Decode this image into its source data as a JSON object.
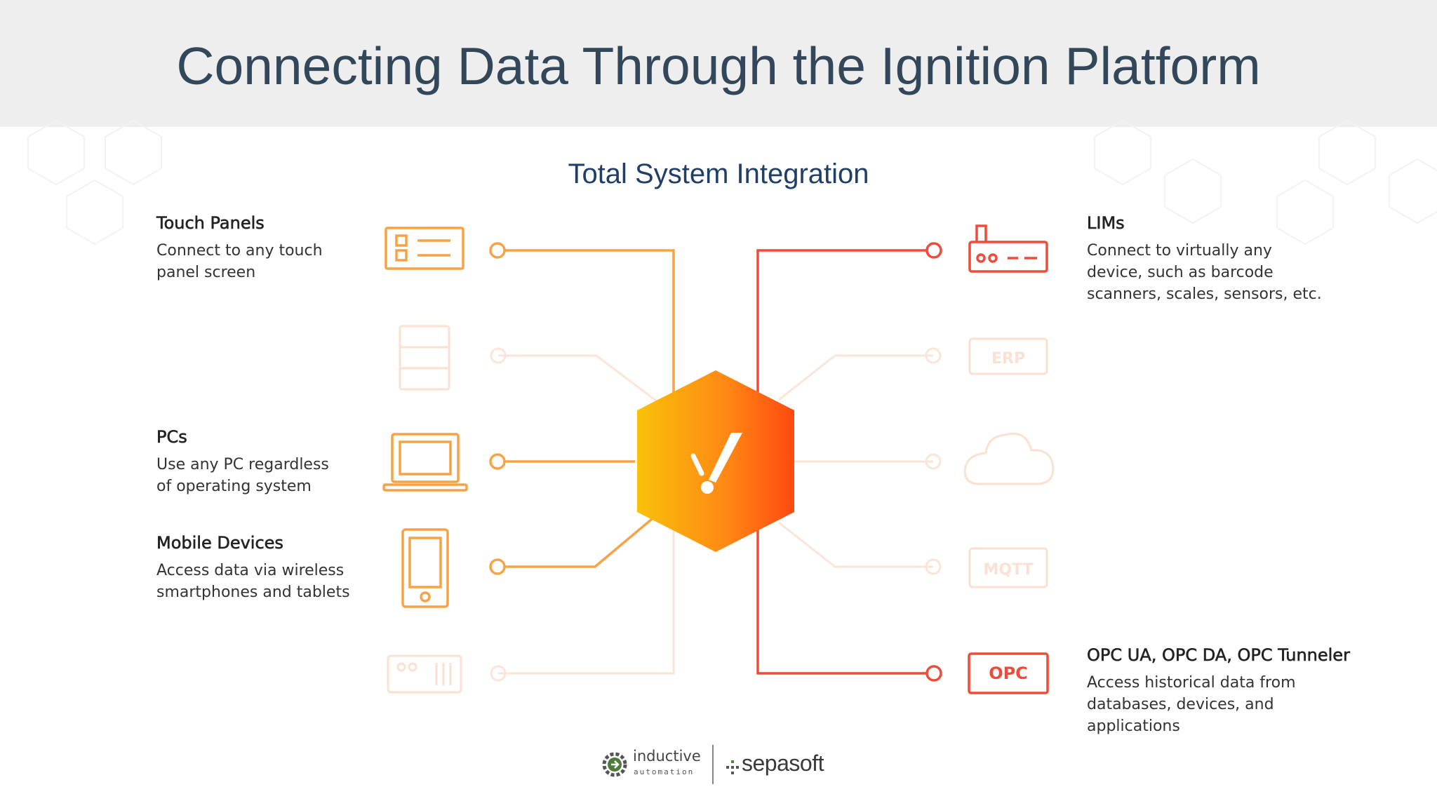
{
  "title": "Connecting Data Through the Ignition Platform",
  "subtitle": "Total System Integration",
  "left_items": [
    {
      "heading": "Touch Panels",
      "desc": [
        "Connect to any touch",
        "panel screen"
      ]
    },
    {
      "heading": "PCs",
      "desc": [
        "Use any PC regardless",
        "of operating system"
      ]
    },
    {
      "heading": "Mobile Devices",
      "desc": [
        "Access data via wireless",
        "smartphones and tablets"
      ]
    }
  ],
  "right_items": [
    {
      "heading": "LIMs",
      "desc": [
        "Connect to virtually any",
        "device, such as barcode",
        "scanners, scales, sensors, etc."
      ]
    },
    {
      "heading": "OPC UA, OPC DA, OPC Tunneler",
      "desc": [
        "Access historical data from",
        "databases, devices, and",
        "applications"
      ]
    }
  ],
  "faded_labels": {
    "erp": "ERP",
    "mqtt": "MQTT"
  },
  "opc_badge": "OPC",
  "logos": {
    "inductive": "inductive",
    "inductive_sub": "automation",
    "sepasoft": "sepasoft"
  },
  "colors": {
    "left_line": "#f7a345",
    "right_line": "#ee4b3a",
    "faded": "#fbe3d3",
    "hex_start": "#f9c10a",
    "hex_end": "#ff4a10"
  }
}
